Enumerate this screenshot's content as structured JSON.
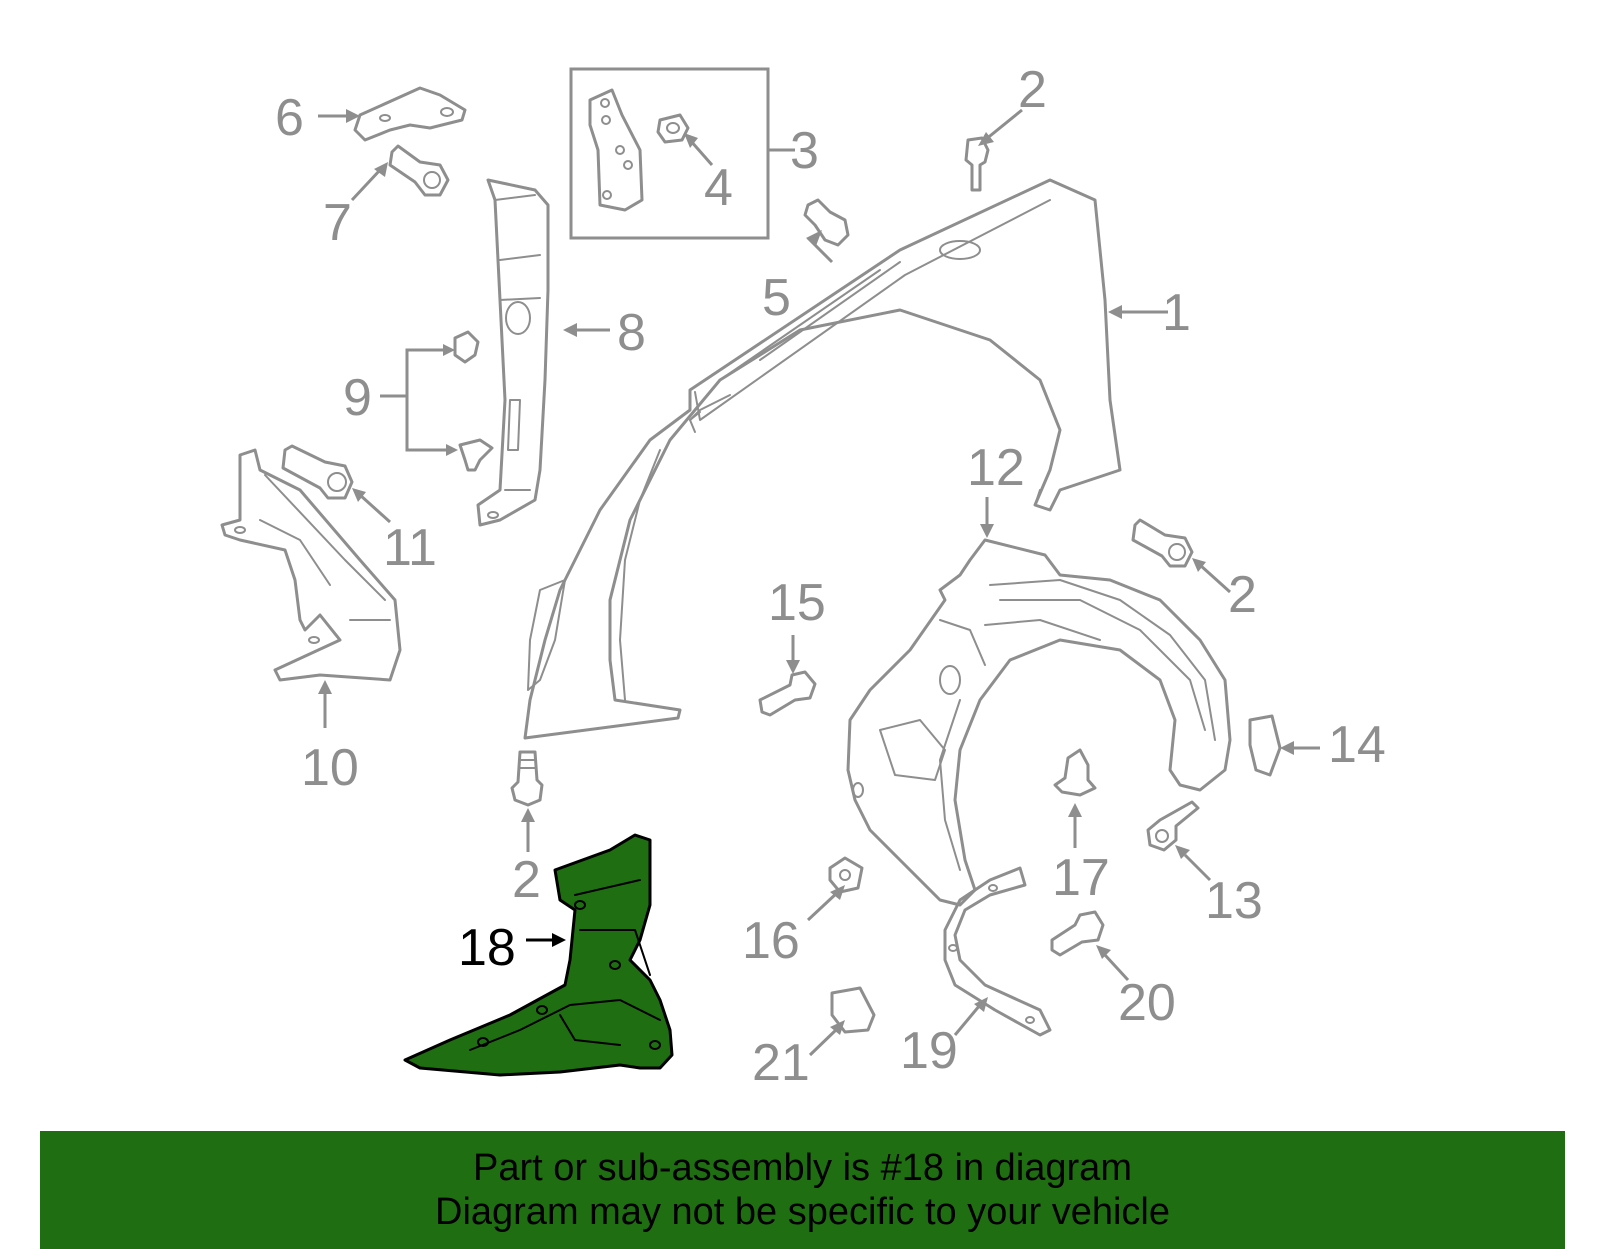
{
  "callouts": {
    "c1": "1",
    "c2a": "2",
    "c2b": "2",
    "c2c": "2",
    "c3": "3",
    "c4": "4",
    "c5": "5",
    "c6": "6",
    "c7": "7",
    "c8": "8",
    "c9": "9",
    "c10": "10",
    "c11": "11",
    "c12": "12",
    "c13": "13",
    "c14": "14",
    "c15": "15",
    "c16": "16",
    "c17": "17",
    "c18": "18",
    "c19": "19",
    "c20": "20",
    "c21": "21"
  },
  "highlight": {
    "part": "18",
    "color": "#1f6f12"
  },
  "colors": {
    "line": "#8e8e8e",
    "highlight_fill": "#1f6f12",
    "banner_bg": "#1f6f12",
    "text_dark": "#000000"
  },
  "banner": {
    "line1": "Part or sub-assembly is #18 in diagram",
    "line2": "Diagram may not be specific to your vehicle"
  }
}
